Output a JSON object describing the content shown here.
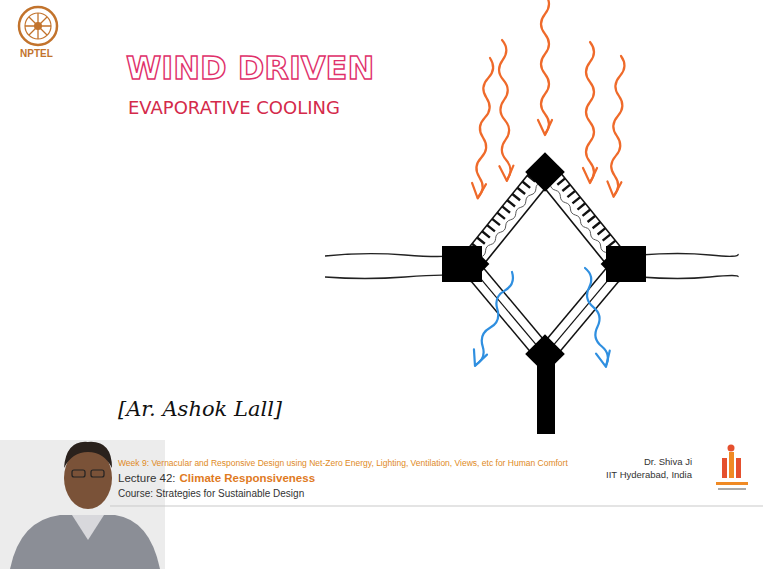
{
  "diagram": {
    "title": "WIND DRIVEN",
    "labels": [
      "NPTEL",
      "EVAPORATIVE COOLING",
      "[Ar. Ashok Lall]",
      "Week 9: Vernacular and Responsive Design using Net-Zero Energy, Lighting, Ventilation, Views, etc for Human Comfort",
      "Lecture 42:",
      "Climate Responsiveness",
      "Course: Strategies for Sustainable Design",
      "Dr. Shiva Ji",
      "IIT Hyderabad, India"
    ]
  }
}
